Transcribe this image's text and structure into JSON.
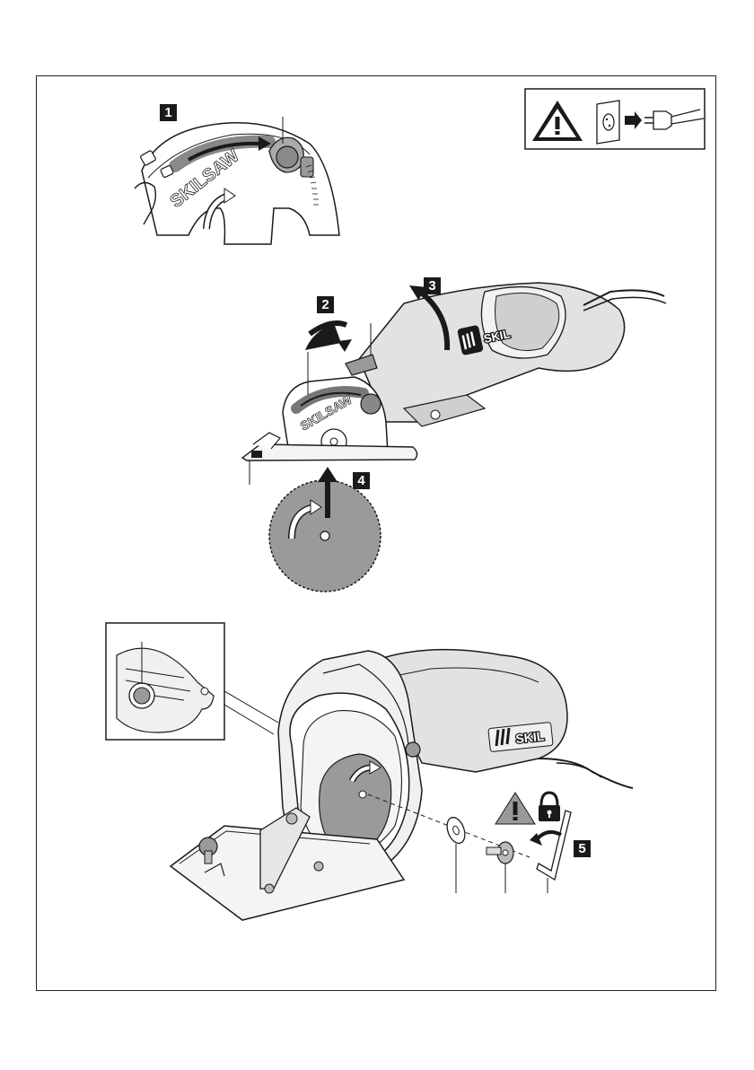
{
  "steps": {
    "s1": "1",
    "s2": "2",
    "s3": "3",
    "s4": "4",
    "s5a": "5",
    "s5b": "5"
  },
  "labels": {
    "guard_brand": "SKILSAW",
    "saw_brand": "SKIL",
    "saw_guard_brand": "SKILSAW",
    "bottom_saw_brand": "SKIL"
  },
  "icons": {
    "warning": "warning-triangle-icon",
    "unplug": "unplug-icon",
    "lock": "padlock-icon"
  },
  "colors": {
    "line": "#1a1a1a",
    "blade": "#9a9a9a",
    "body": "#d9d9d9",
    "dark": "#2b2b2b"
  }
}
